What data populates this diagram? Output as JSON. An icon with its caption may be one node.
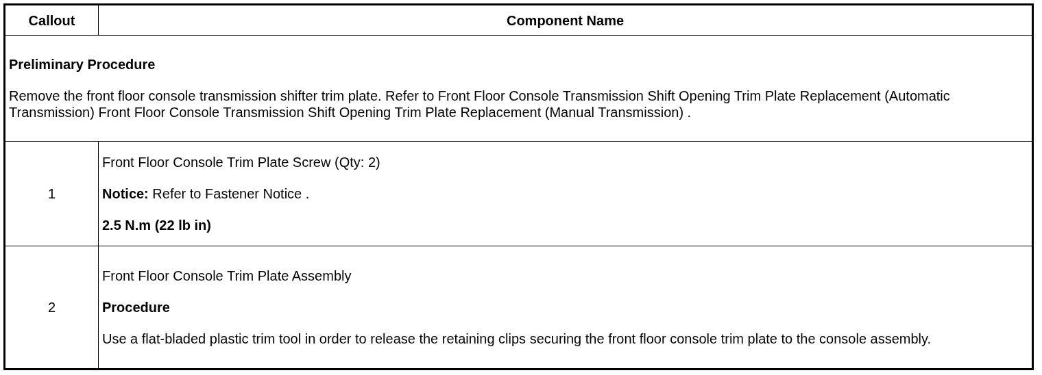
{
  "diagram": {
    "labels": [
      "Callout",
      "Component Name",
      "Preliminary Procedure",
      "Remove the front floor console transmission shifter trim plate. Refer to Front Floor Console Transmission Shift Opening Trim Plate Replacement (Automatic Transmission) Front Floor Console Transmission Shift Opening Trim Plate Replacement (Manual Transmission) .",
      "1",
      "Front Floor Console Trim Plate Screw (Qty: 2)",
      "**Notice:** Refer to Fastener Notice .",
      "2.5 N.m (22 lb in)",
      "2",
      "Front Floor Console Trim Plate Assembly",
      "Procedure",
      "Use a flat-bladed plastic trim tool in order to release the retaining clips securing the front floor console trim plate to the console assembly."
    ]
  }
}
